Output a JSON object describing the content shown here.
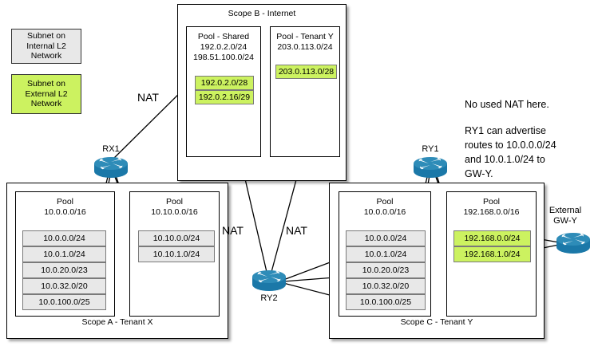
{
  "legend": {
    "internal": "Subnet on\nInternal L2\nNetwork",
    "external": "Subnet on\nExternal L2\nNetwork",
    "internal_color": "#e8e8e8",
    "external_color": "#ccf260"
  },
  "scopes": [
    {
      "id": "scope-b",
      "title": "Scope B - Internet",
      "pools": [
        {
          "id": "pool-shared",
          "header": "Pool - Shared\n192.0.2.0/24\n198.51.100.0/24",
          "name": "Pool - Shared",
          "ranges": [
            "192.0.2.0/24",
            "198.51.100.0/24"
          ],
          "subnets": [
            {
              "label": "192.0.2.0/28",
              "type": "external"
            },
            {
              "label": "192.0.2.16/29",
              "type": "external"
            }
          ]
        },
        {
          "id": "pool-tenant-y-internet",
          "header": "Pool - Tenant Y\n203.0.113.0/24",
          "name": "Pool - Tenant Y",
          "ranges": [
            "203.0.113.0/24"
          ],
          "subnets": [
            {
              "label": "203.0.113.0/28",
              "type": "external"
            }
          ]
        }
      ]
    },
    {
      "id": "scope-a",
      "title": "Scope A - Tenant X",
      "pools": [
        {
          "id": "pool-a-1",
          "header": "Pool\n10.0.0.0/16",
          "name": "Pool",
          "ranges": [
            "10.0.0.0/16"
          ],
          "subnets": [
            {
              "label": "10.0.0.0/24",
              "type": "internal"
            },
            {
              "label": "10.0.1.0/24",
              "type": "internal"
            },
            {
              "label": "10.0.20.0/23",
              "type": "internal"
            },
            {
              "label": "10.0.32.0/20",
              "type": "internal"
            },
            {
              "label": "10.0.100.0/25",
              "type": "internal"
            }
          ]
        },
        {
          "id": "pool-a-2",
          "header": "Pool\n10.10.0.0/16",
          "name": "Pool",
          "ranges": [
            "10.10.0.0/16"
          ],
          "subnets": [
            {
              "label": "10.10.0.0/24",
              "type": "internal"
            },
            {
              "label": "10.10.1.0/24",
              "type": "internal"
            }
          ]
        }
      ]
    },
    {
      "id": "scope-c",
      "title": "Scope C - Tenant Y",
      "pools": [
        {
          "id": "pool-c-1",
          "header": "Pool\n10.0.0.0/16",
          "name": "Pool",
          "ranges": [
            "10.0.0.0/16"
          ],
          "subnets": [
            {
              "label": "10.0.0.0/24",
              "type": "internal"
            },
            {
              "label": "10.0.1.0/24",
              "type": "internal"
            },
            {
              "label": "10.0.20.0/23",
              "type": "internal"
            },
            {
              "label": "10.0.32.0/20",
              "type": "internal"
            },
            {
              "label": "10.0.100.0/25",
              "type": "internal"
            }
          ]
        },
        {
          "id": "pool-c-2",
          "header": "Pool\n192.168.0.0/16",
          "name": "Pool",
          "ranges": [
            "192.168.0.0/16"
          ],
          "subnets": [
            {
              "label": "192.168.0.0/24",
              "type": "external"
            },
            {
              "label": "192.168.1.0/24",
              "type": "external"
            }
          ]
        }
      ]
    }
  ],
  "routers": [
    {
      "id": "rx1",
      "label": "RX1"
    },
    {
      "id": "ry1",
      "label": "RY1"
    },
    {
      "id": "ry2",
      "label": "RY2"
    },
    {
      "id": "gwy",
      "label": "External\nGW-Y"
    }
  ],
  "nat_labels": [
    "NAT",
    "NAT",
    "NAT"
  ],
  "notes": [
    "No used NAT here.",
    "RY1 can advertise\nroutes to 10.0.0.0/24\nand 10.0.1.0/24 to\nGW-Y."
  ],
  "colors": {
    "router_body": "#1b78a8",
    "router_top": "#2e8cb8",
    "subnet_internal": "#e8e8e8",
    "subnet_external": "#ccf260",
    "line": "#000000"
  }
}
